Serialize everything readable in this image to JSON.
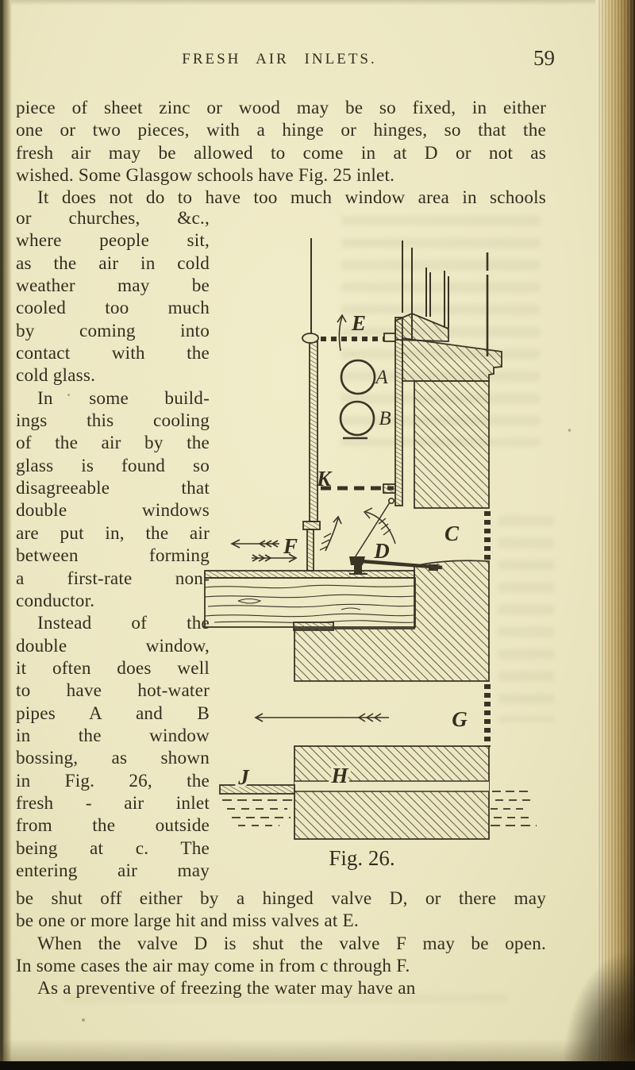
{
  "header": {
    "title": "FRESH AIR INLETS.",
    "page_number": "59"
  },
  "text_top": {
    "lines": [
      {
        "t": "piece of sheet zinc or wood may be so fixed, in either",
        "cls": "just"
      },
      {
        "t": "one or two pieces, with a hinge or hinges, so that the",
        "cls": "just"
      },
      {
        "t": "fresh air may be allowed to come in at D or not as",
        "cls": "just"
      },
      {
        "t": "wished.  Some Glasgow schools have Fig. 25 inlet.",
        "cls": ""
      },
      {
        "t": "It does not do to have too much window area in schools",
        "cls": "indent just"
      }
    ]
  },
  "text_narrow": {
    "lines": [
      {
        "t": "or churches, &c.,",
        "cls": "just"
      },
      {
        "t": "where people sit,",
        "cls": "just"
      },
      {
        "t": "as the air in cold",
        "cls": "just"
      },
      {
        "t": "weather may be",
        "cls": "just"
      },
      {
        "t": "cooled too much",
        "cls": "just"
      },
      {
        "t": "by coming into",
        "cls": "just"
      },
      {
        "t": "contact with the",
        "cls": "just"
      },
      {
        "t": "cold glass.",
        "cls": ""
      },
      {
        "t": "In some build-",
        "cls": "indent just"
      },
      {
        "t": "ings this cooling",
        "cls": "just"
      },
      {
        "t": "of the air by the",
        "cls": "just"
      },
      {
        "t": "glass is found so",
        "cls": "just"
      },
      {
        "t": "disagreeable that",
        "cls": "just"
      },
      {
        "t": "double windows",
        "cls": "just"
      },
      {
        "t": "are put in, the air",
        "cls": "just"
      },
      {
        "t": "between forming",
        "cls": "just"
      },
      {
        "t": "a first-rate non-",
        "cls": "just"
      },
      {
        "t": "conductor.",
        "cls": ""
      },
      {
        "t": "Instead of the",
        "cls": "indent just"
      },
      {
        "t": "double window,",
        "cls": "just"
      },
      {
        "t": "it often does well",
        "cls": "just"
      },
      {
        "t": "to have hot-water",
        "cls": "just"
      },
      {
        "t": "pipes A and B",
        "cls": "just"
      },
      {
        "t": "in the window",
        "cls": "just"
      },
      {
        "t": "bossing, as shown",
        "cls": "just"
      },
      {
        "t": "in Fig. 26, the",
        "cls": "just"
      },
      {
        "t": "fresh - air inlet",
        "cls": "just"
      },
      {
        "t": "from the outside",
        "cls": "just"
      },
      {
        "t": "being at c.  The",
        "cls": "just"
      },
      {
        "t": "entering air may",
        "cls": "just"
      }
    ]
  },
  "text_bottom": {
    "lines": [
      {
        "t": "be shut off either by a hinged valve D, or there may",
        "cls": "just"
      },
      {
        "t": "be one or more large hit and miss valves at E.",
        "cls": ""
      },
      {
        "t": "When the valve D is shut the valve F may be open.",
        "cls": "indent just"
      },
      {
        "t": "In some cases the air may come in from c through F.",
        "cls": ""
      },
      {
        "t": "As a preventive of freezing the water may have an",
        "cls": "indent"
      }
    ]
  },
  "figure": {
    "caption": "Fig. 26.",
    "labels": {
      "A": "A",
      "B": "B",
      "C": "C",
      "D": "D",
      "E": "E",
      "F": "F",
      "G": "G",
      "H": "H",
      "J": "J",
      "K": "K"
    }
  }
}
